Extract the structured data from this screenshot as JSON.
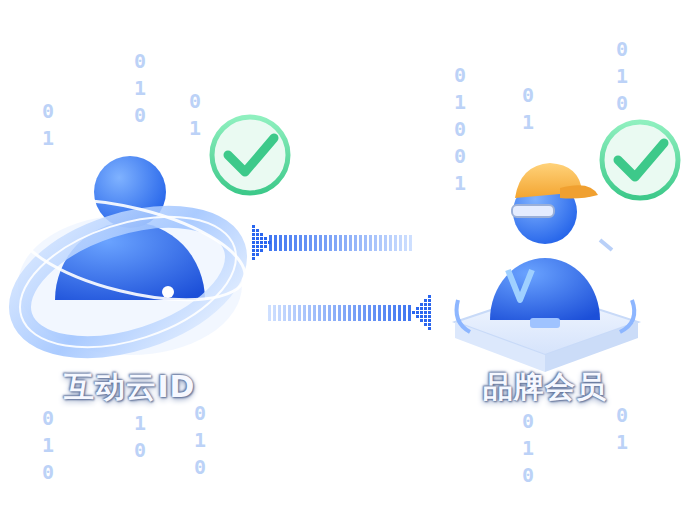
{
  "diagram": {
    "nodes": [
      {
        "text": [
          "互动云ID"
        ]
      },
      {
        "text": [
          "品牌会员"
        ]
      }
    ],
    "edges": [
      {
        "from": 1,
        "to": 0,
        "arrow": "to"
      },
      {
        "from": 0,
        "to": 1,
        "arrow": "to"
      }
    ],
    "labels": [
      "010",
      "01",
      "01",
      "010",
      "10",
      "010",
      "01001",
      "01",
      "010",
      "010",
      "01"
    ]
  }
}
